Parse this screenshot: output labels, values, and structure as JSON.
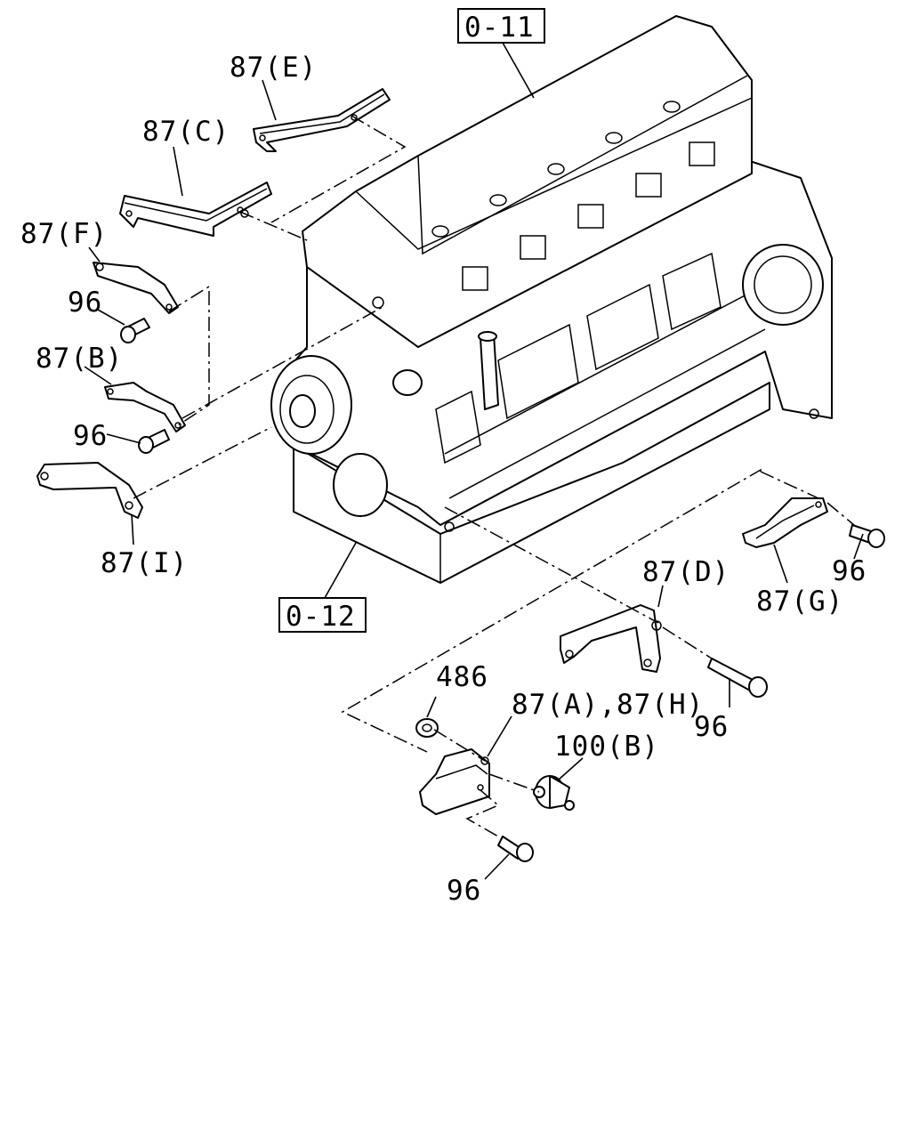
{
  "labels": {
    "ref_0_11": "0-11",
    "ref_0_12": "0-12",
    "p87E": "87(E)",
    "p87C": "87(C)",
    "p87F": "87(F)",
    "p96_a": "96",
    "p87B": "87(B)",
    "p96_b": "96",
    "p87I": "87(I)",
    "p87D": "87(D)",
    "p96_c": "96",
    "p87G": "87(G)",
    "p96_d": "96",
    "p486": "486",
    "p87AH": "87(A),87(H)",
    "p100B": "100(B)",
    "p96_e": "96"
  }
}
